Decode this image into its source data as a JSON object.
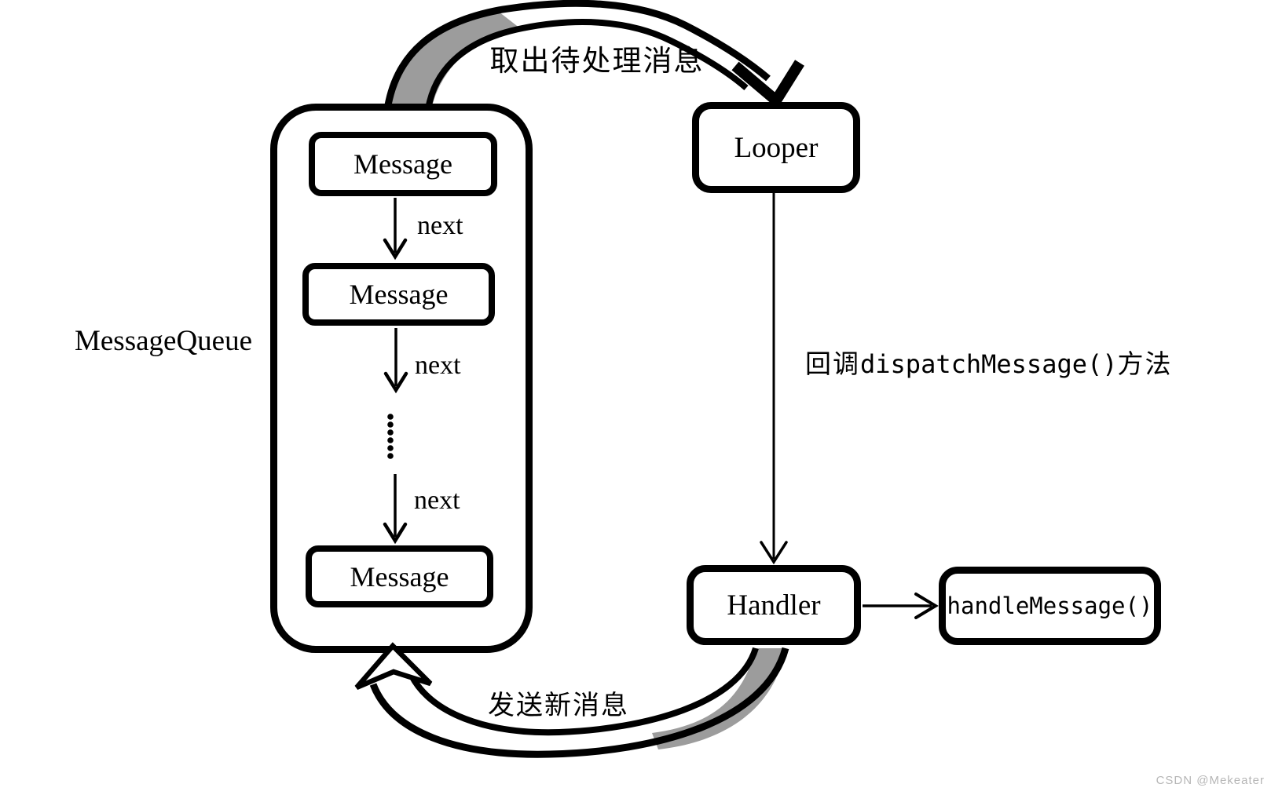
{
  "message_queue": {
    "label": "MessageQueue",
    "messages": [
      "Message",
      "Message",
      "Message"
    ],
    "next_label": "next"
  },
  "looper": {
    "label": "Looper"
  },
  "handler": {
    "label": "Handler"
  },
  "handle_message": {
    "label": "handleMessage()"
  },
  "flow_labels": {
    "dequeue": "取出待处理消息",
    "dispatch_prefix": "回调",
    "dispatch_code": "dispatchMessage()",
    "dispatch_suffix": "方法",
    "send": "发送新消息"
  },
  "watermark": "CSDN @Mekeater",
  "colors": {
    "ink": "#000000",
    "band_shade": "#9c9c9c",
    "watermark_grey": "#b6b6b6",
    "background": "#ffffff"
  }
}
